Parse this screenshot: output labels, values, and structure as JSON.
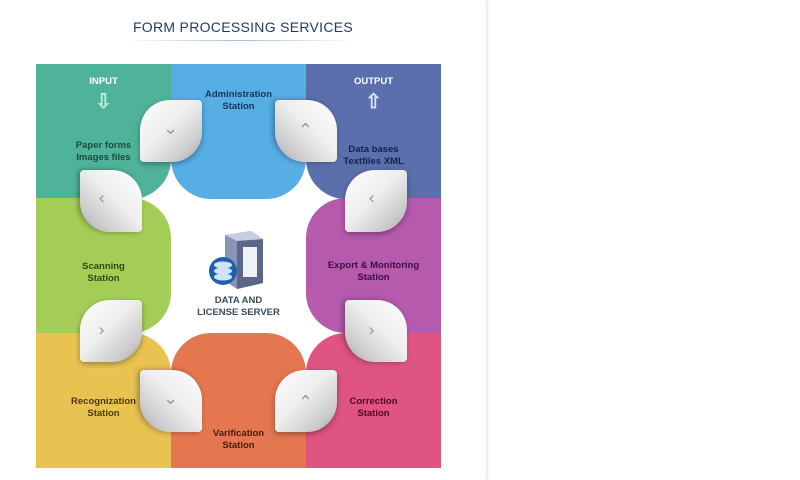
{
  "title": "FORM PROCESSING SERVICES",
  "tiles": {
    "input": {
      "heading": "INPUT",
      "line1": "Paper forms",
      "line2": "Images files",
      "color": "#4fb39a"
    },
    "administration": {
      "line1": "Administration",
      "line2": "Station",
      "color": "#57aee5"
    },
    "output": {
      "heading": "OUTPUT",
      "line1": "Data bases",
      "line2": "Textfiles XML",
      "color": "#5b6fad"
    },
    "scanning": {
      "line1": "Scanning",
      "line2": "Station",
      "color": "#a4cd57"
    },
    "export": {
      "line1": "Export & Monitoring",
      "line2": "Station",
      "color": "#b65aae"
    },
    "recognization": {
      "line1": "Recognization",
      "line2": "Station",
      "color": "#e8c352"
    },
    "varification": {
      "line1": "Varification",
      "line2": "Station",
      "color": "#e47650"
    },
    "correction": {
      "line1": "Correction",
      "line2": "Station",
      "color": "#df5480"
    }
  },
  "server": {
    "line1": "DATA AND",
    "line2": "LICENSE SERVER"
  }
}
